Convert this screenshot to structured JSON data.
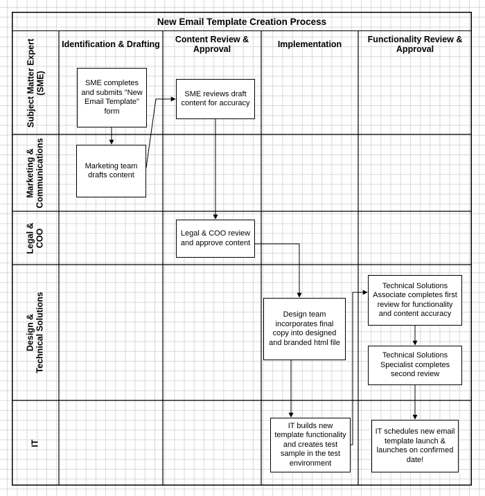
{
  "title": "New Email Template Creation Process",
  "columns": [
    "Identification & Drafting",
    "Content Review & Approval",
    "Implementation",
    "Functionality Review & Approval"
  ],
  "lanes": [
    "Subject Matter Expert\n(SME)",
    "Marketing &\nCommunications",
    "Legal &\nCOO",
    "Design &\nTechnical Solutions",
    "IT"
  ],
  "steps": {
    "sme_submit": "SME completes and submits \"New Email Template\" form",
    "marketing_draft": "Marketing team drafts content",
    "sme_review": "SME reviews draft content for accuracy",
    "legal_review": "Legal & COO review and approve content",
    "design_incorporate": "Design team incorporates final copy into designed and branded html file",
    "it_build": "IT builds new template functionality and creates test sample in the test environment",
    "tech_associate_review": "Technical Solutions Associate completes first review for functionality and content accuracy",
    "tech_specialist_review": "Technical Solutions Specialist completes second review",
    "it_launch": "IT schedules new email template launch & launches on confirmed date!"
  }
}
